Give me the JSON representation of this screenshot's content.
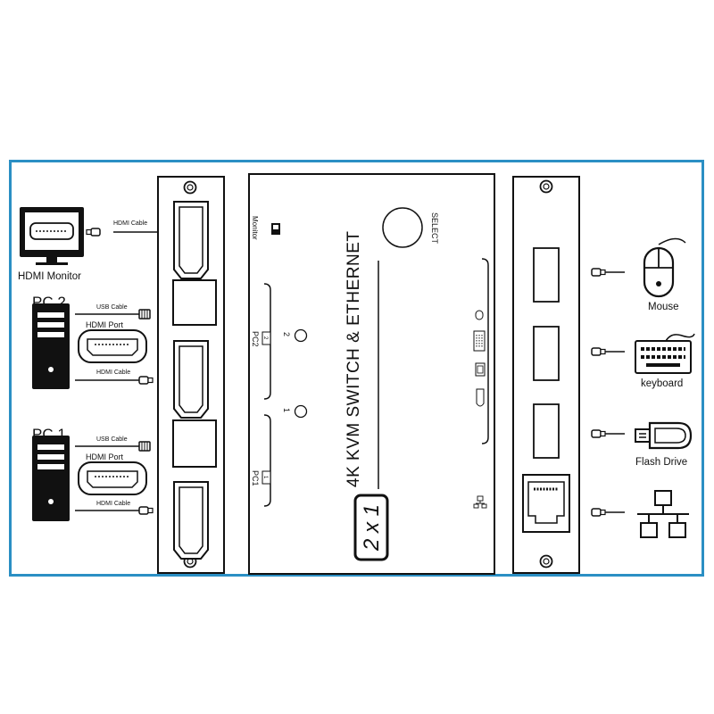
{
  "colors": {
    "frame": "#2b8fc4",
    "line": "#111111",
    "background": "#ffffff"
  },
  "left_devices": {
    "monitor": {
      "label": "HDMI Monitor",
      "cable": "HDMI Cable",
      "icon": "monitor-icon"
    },
    "pc2": {
      "label": "PC 2",
      "usb_cable": "USB Cable",
      "hdmi_port": "HDMI Port",
      "hdmi_cable": "HDMI Cable",
      "icon": "pc-tower-icon"
    },
    "pc1": {
      "label": "PC 1",
      "usb_cable": "USB Cable",
      "hdmi_port": "HDMI Port",
      "hdmi_cable": "HDMI Cable",
      "icon": "pc-tower-icon"
    }
  },
  "switch": {
    "title": "4K KVM SWITCH & ETHERNET",
    "model": "2 x 1",
    "monitor_label": "Monitor",
    "select_label": "SELECT",
    "pc2_label": "PC2",
    "pc1_label": "PC1",
    "led2": "2",
    "led1": "1",
    "pc2_port_tag": "2",
    "pc1_port_tag": "1"
  },
  "right_devices": {
    "mouse": {
      "label": "Mouse",
      "icon": "mouse-icon"
    },
    "keyboard": {
      "label": "keyboard",
      "icon": "keyboard-icon"
    },
    "flash": {
      "label": "Flash Drive",
      "icon": "flash-drive-icon"
    },
    "network": {
      "label": "",
      "icon": "network-icon"
    }
  }
}
